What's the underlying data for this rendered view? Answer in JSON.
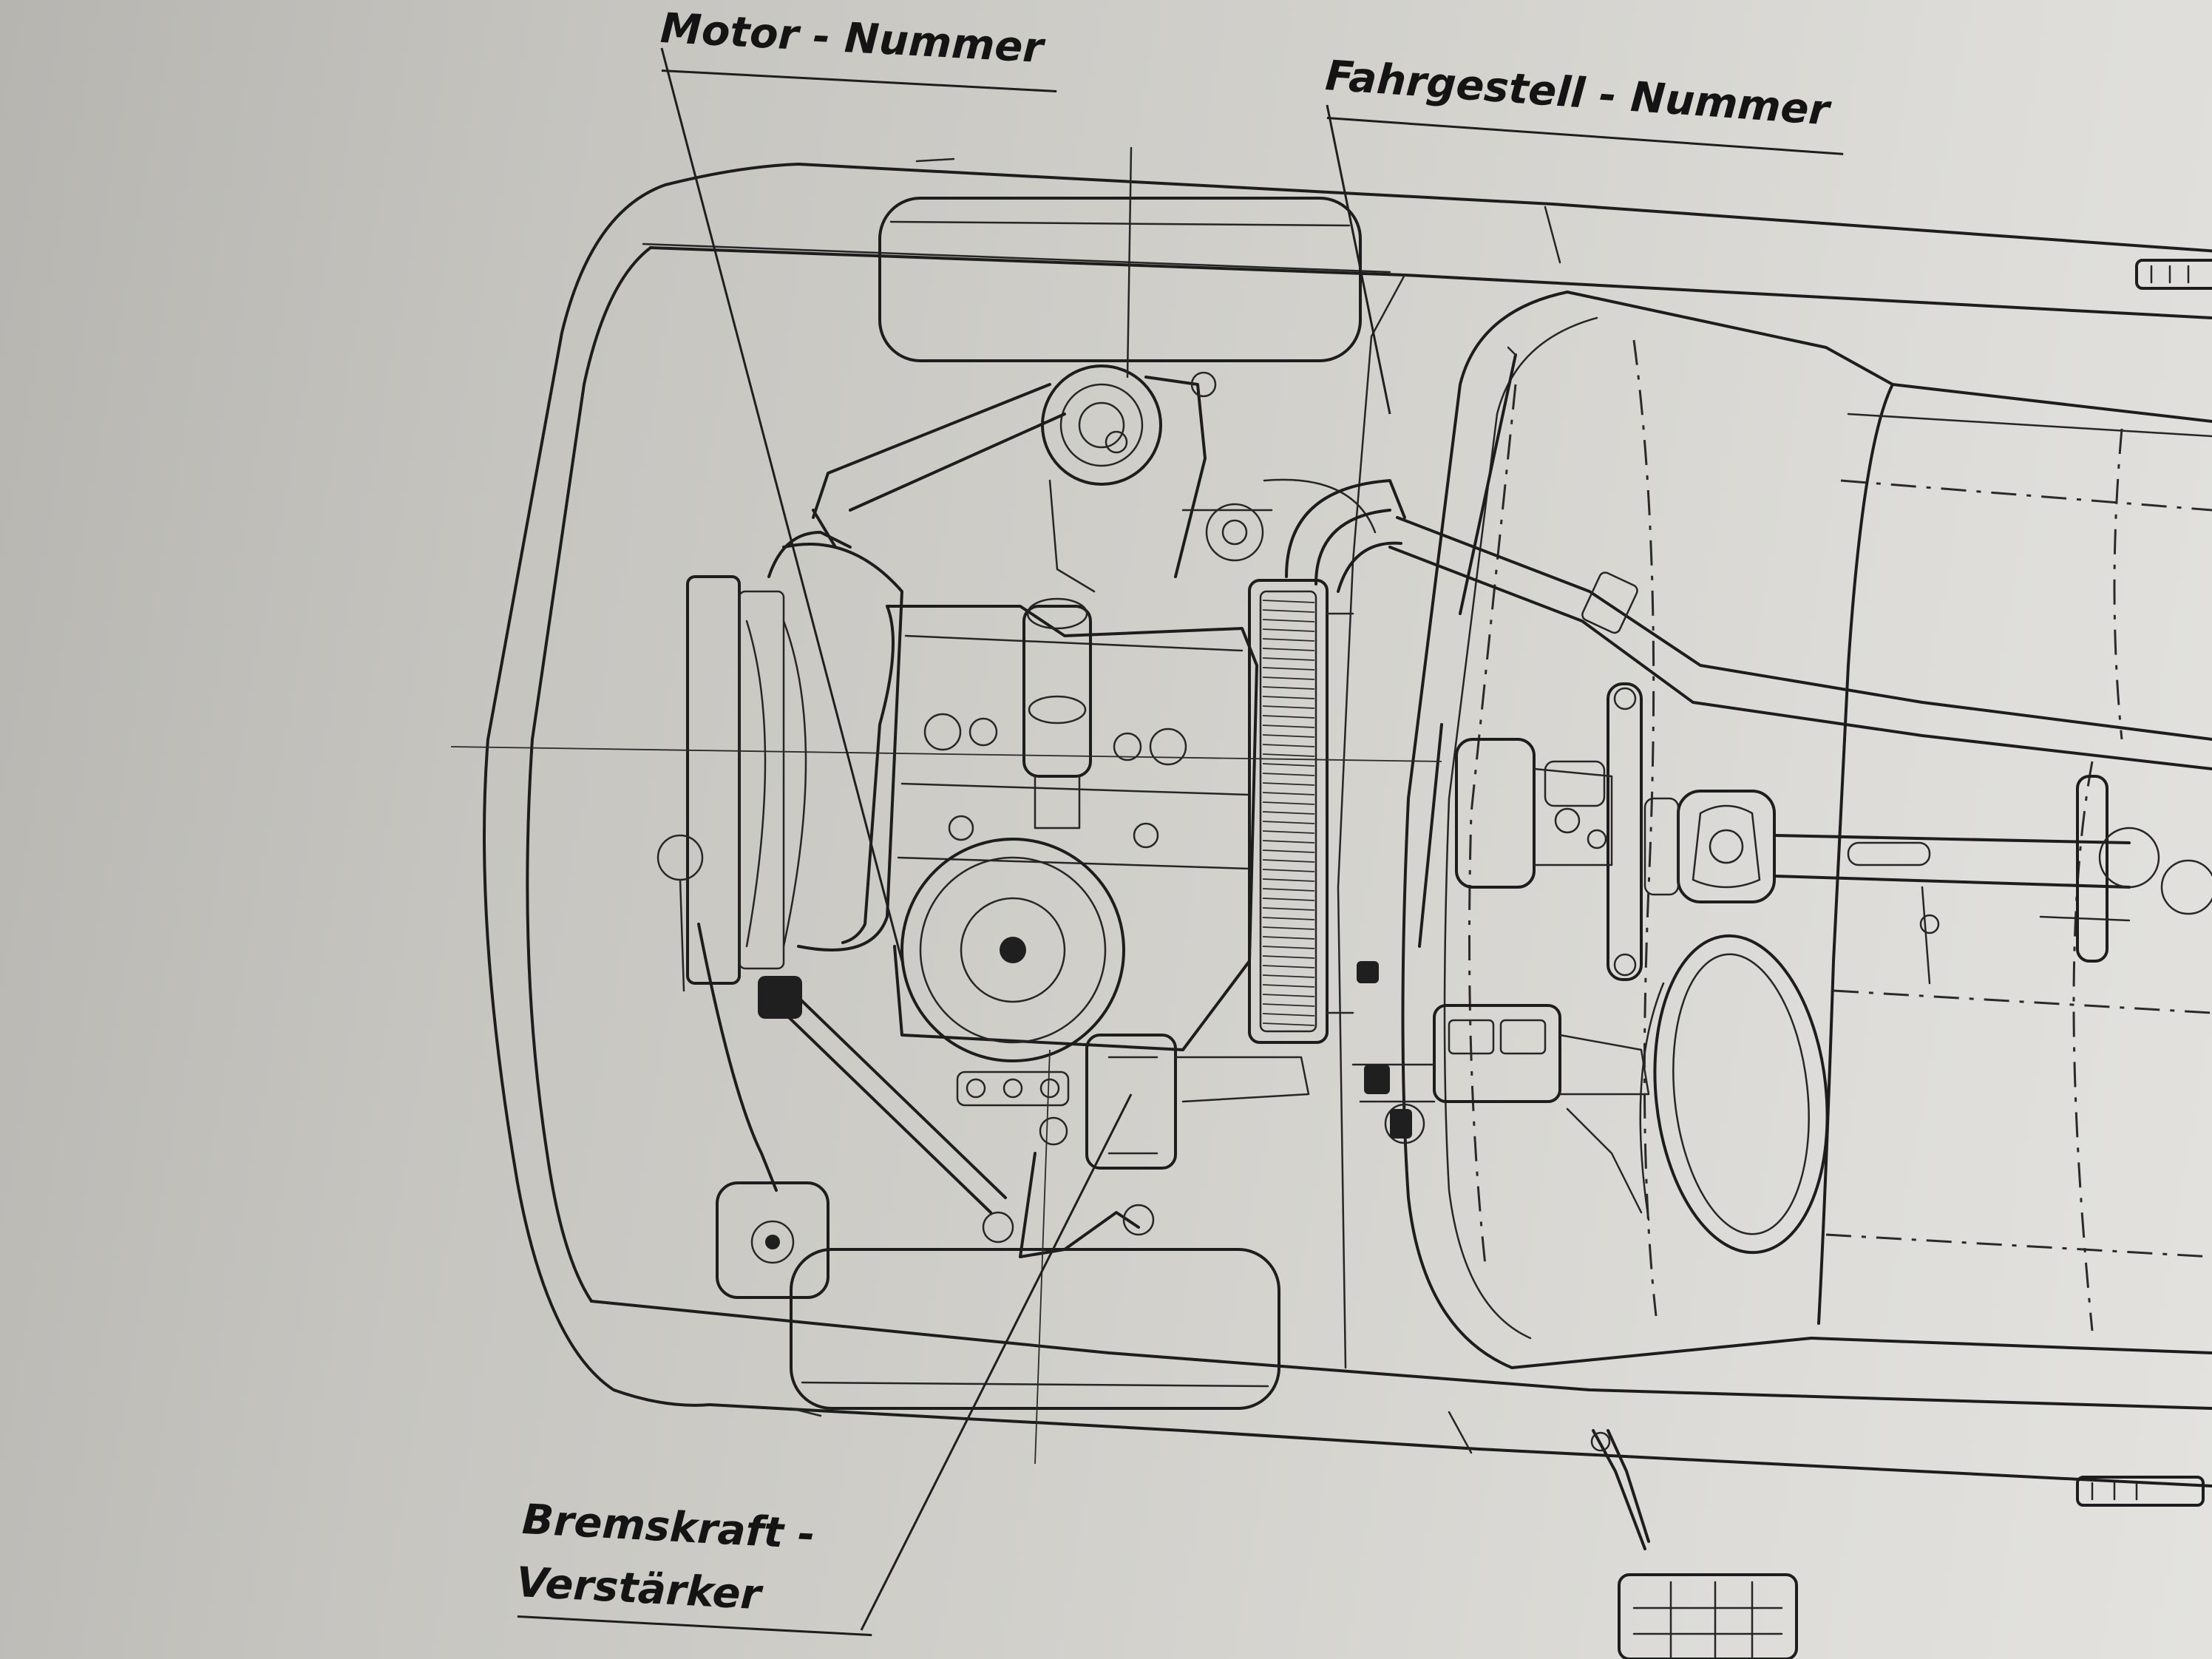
{
  "labels": {
    "motor_nummer": "Motor - Nummer",
    "fahrgestell_nummer": "Fahrgestell - Nummer",
    "bremskraft_line1": "Bremskraft -",
    "bremskraft_line2": "Verstärker"
  },
  "colors": {
    "paper": "#d6d5d0",
    "ink": "#1d1d1d"
  }
}
